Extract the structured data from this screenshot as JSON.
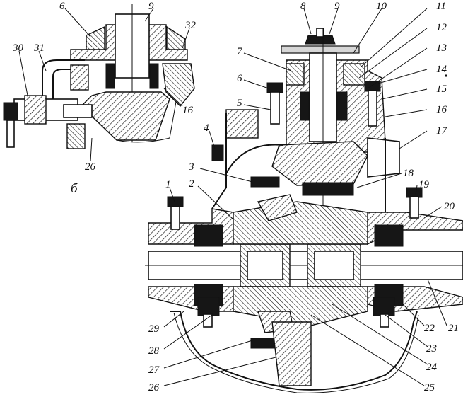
{
  "figure": {
    "inset_label": "б",
    "callouts": {
      "n1": "1",
      "n2": "2",
      "n3": "3",
      "n4": "4",
      "n5": "5",
      "n6": "6",
      "n7": "7",
      "n8": "8",
      "n9": "9",
      "n10": "10",
      "n11": "11",
      "n12": "12",
      "n13": "13",
      "n14": "14",
      "n15": "15",
      "n16": "16",
      "n17": "17",
      "n18": "18",
      "n19": "19",
      "n20": "20",
      "n21": "21",
      "n22": "22",
      "n23": "23",
      "n24": "24",
      "n25": "25",
      "n26": "26",
      "n27": "27",
      "n28": "28",
      "n29": "29"
    },
    "inset_callouts": {
      "n6": "6",
      "n9": "9",
      "n16": "16",
      "n26": "26",
      "n30": "30",
      "n31": "31",
      "n32": "32"
    }
  }
}
